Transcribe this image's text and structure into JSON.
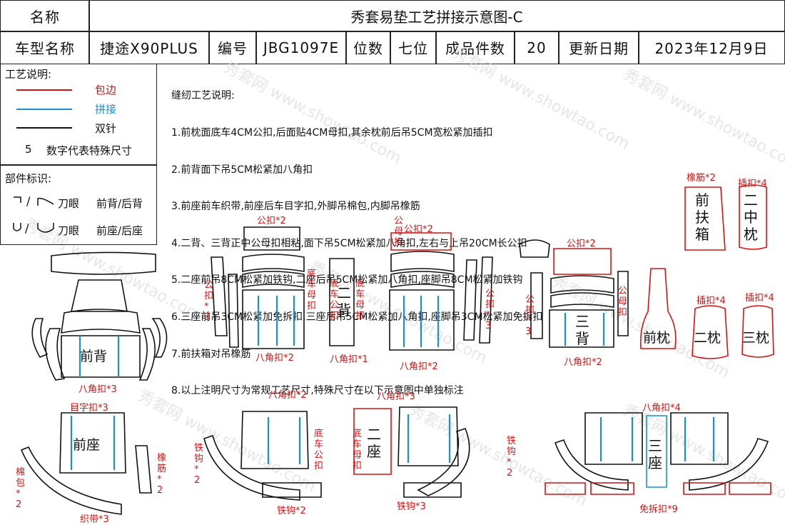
{
  "header": {
    "name_label": "名称",
    "title": "秀套易垫工艺拼接示意图-C",
    "car_model_label": "车型名称",
    "car_model": "捷途X90PLUS",
    "code_label": "编号",
    "code": "JBG1097E",
    "seats_label": "位数",
    "seats": "七位",
    "pieces_label": "成品件数",
    "pieces": "20",
    "update_label": "更新日期",
    "update_date": "2023年12月9日"
  },
  "legend": {
    "title": "工艺说明:",
    "items": [
      {
        "label": "包边",
        "color": "#d41414"
      },
      {
        "label": "拼接",
        "color": "#1a8fd1"
      },
      {
        "label": "双针",
        "color": "#111111"
      }
    ],
    "special_num": "5",
    "special_text": "数字代表特殊尺寸",
    "parts_title": "部件标识:",
    "marker1_text": "刀眼",
    "marker1_desc": "前背/后背",
    "marker2_text": "刀眼",
    "marker2_desc": "前座/后座"
  },
  "notes": {
    "title": "缝纫工艺说明:",
    "lines": [
      "1.前枕面底车4CM公扣,后面贴4CM母扣,其余枕前后吊5CM宽松紧加插扣",
      "2.前背面下吊5CM松紧加八角扣",
      "3.前座前车织带,前座后车目字扣,外脚吊棉包,内脚吊橡筋",
      "4.二背、三背正中公母扣相粘,面下吊5CM松紧加八角扣,左右与上吊20CM长公扣",
      "5.二座前吊8CM松紧加铁钩,二座后吊5CM松紧加八角扣,座脚吊8CM松紧加铁钩",
      "6.三座前吊3CM松紧加免拆扣,三座后吊5CM松紧加八角扣,座脚吊3CM松紧加免拆扣",
      "7.前扶箱对吊橡筋",
      "8.以上注明尺寸为常规工艺尺寸,特殊尺寸在以下示意图中单独标注"
    ]
  },
  "parts": {
    "front_back": "前背",
    "second_back": "二背",
    "third_back": "三背",
    "front_seat": "前座",
    "second_seat": "二座",
    "third_seat": "三座",
    "front_armrest": "前扶箱",
    "middle_pillow2": "二中枕",
    "front_pillow": "前枕",
    "pillow2": "二枕",
    "pillow3": "三枕"
  },
  "annotations": {
    "gongkou2_a": "公扣*2",
    "gongkou3_a": "公扣*3",
    "dichemukou": "底车母扣",
    "dichegongkou": "底车公扣",
    "dichemukou2": "底车母扣",
    "bajiao2_a": "八角扣*2",
    "bajiao1": "八角扣*1",
    "bajiao2_b": "八角扣*2",
    "gongkou2_b": "公扣*2",
    "gongmukou": "公母扣",
    "gongkou3_b": "公扣*3",
    "gongkou2_c": "公扣*2",
    "gongkou3_c": "公扣*3",
    "gongmukou2": "公母扣",
    "bajiao2_c": "八角扣*2",
    "bajiao3_front": "八角扣*3",
    "xiangjin2": "橡筋*2",
    "chakou4_a": "插扣*4",
    "chakou4_b": "插扣*4",
    "chakou4_c": "插扣*4",
    "muzikou3": "目字扣*3",
    "mianbao2": "棉包*2",
    "xiangjin2_b": "橡筋*2",
    "zhidai3": "织带*3",
    "bajiao2_d": "八角扣*2",
    "tiegou2_a": "铁钩*2",
    "dichegongkou2": "底车公扣",
    "tiegou2_b": "铁钩*2",
    "bajiao3_b": "八角扣*3",
    "dichemukou3": "底车母扣",
    "tiegou2_c": "铁钩*2",
    "tiegou3": "铁钩*3",
    "bajiao4": "八角扣*4",
    "mianchaikou9": "免拆扣*9"
  },
  "watermark": "秀套网 www.showtao.com",
  "colors": {
    "edge": "#d41414",
    "splice": "#1a8fd1",
    "stitch": "#111111"
  }
}
